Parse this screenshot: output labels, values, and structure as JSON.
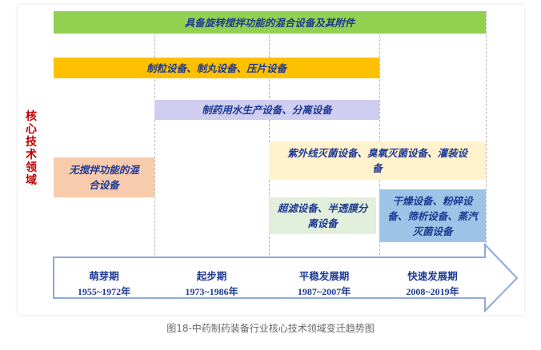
{
  "side_label": "核心技术领域",
  "bars": {
    "mixer_with_rotation": "具备旋转搅拌功能的混合设备及其附件",
    "granulation": "制粒设备、制丸设备、压片设备",
    "water_separation": "制药用水生产设备、分离设备",
    "uv_sterilization": "紫外线灭菌设备、臭氧灭菌设备、灌装设备",
    "mixer_no_rotation": "无搅拌功能的混合设备",
    "ultrafiltration": "超滤设备、半透膜分离设备",
    "drying": "干燥设备、粉碎设备、筛析设备、蒸汽灭菌设备"
  },
  "periods": [
    {
      "name": "萌芽期",
      "years": "1955~1972年"
    },
    {
      "name": "起步期",
      "years": "1973~1986年"
    },
    {
      "name": "平稳发展期",
      "years": "1987~2007年"
    },
    {
      "name": "快速发展期",
      "years": "2008~2019年"
    }
  ],
  "caption": "图18-中药制药装备行业核心技术领域变迁趋势图",
  "colors": {
    "green": "#92d050",
    "yellow": "#ffc000",
    "lavender": "#cfcdf0",
    "cream": "#fff2cc",
    "peach": "#f8cbad",
    "light_green": "#e2efda",
    "light_blue": "#9dc3e6",
    "text_blue": "#1f3a93",
    "side_red": "#c00000"
  }
}
